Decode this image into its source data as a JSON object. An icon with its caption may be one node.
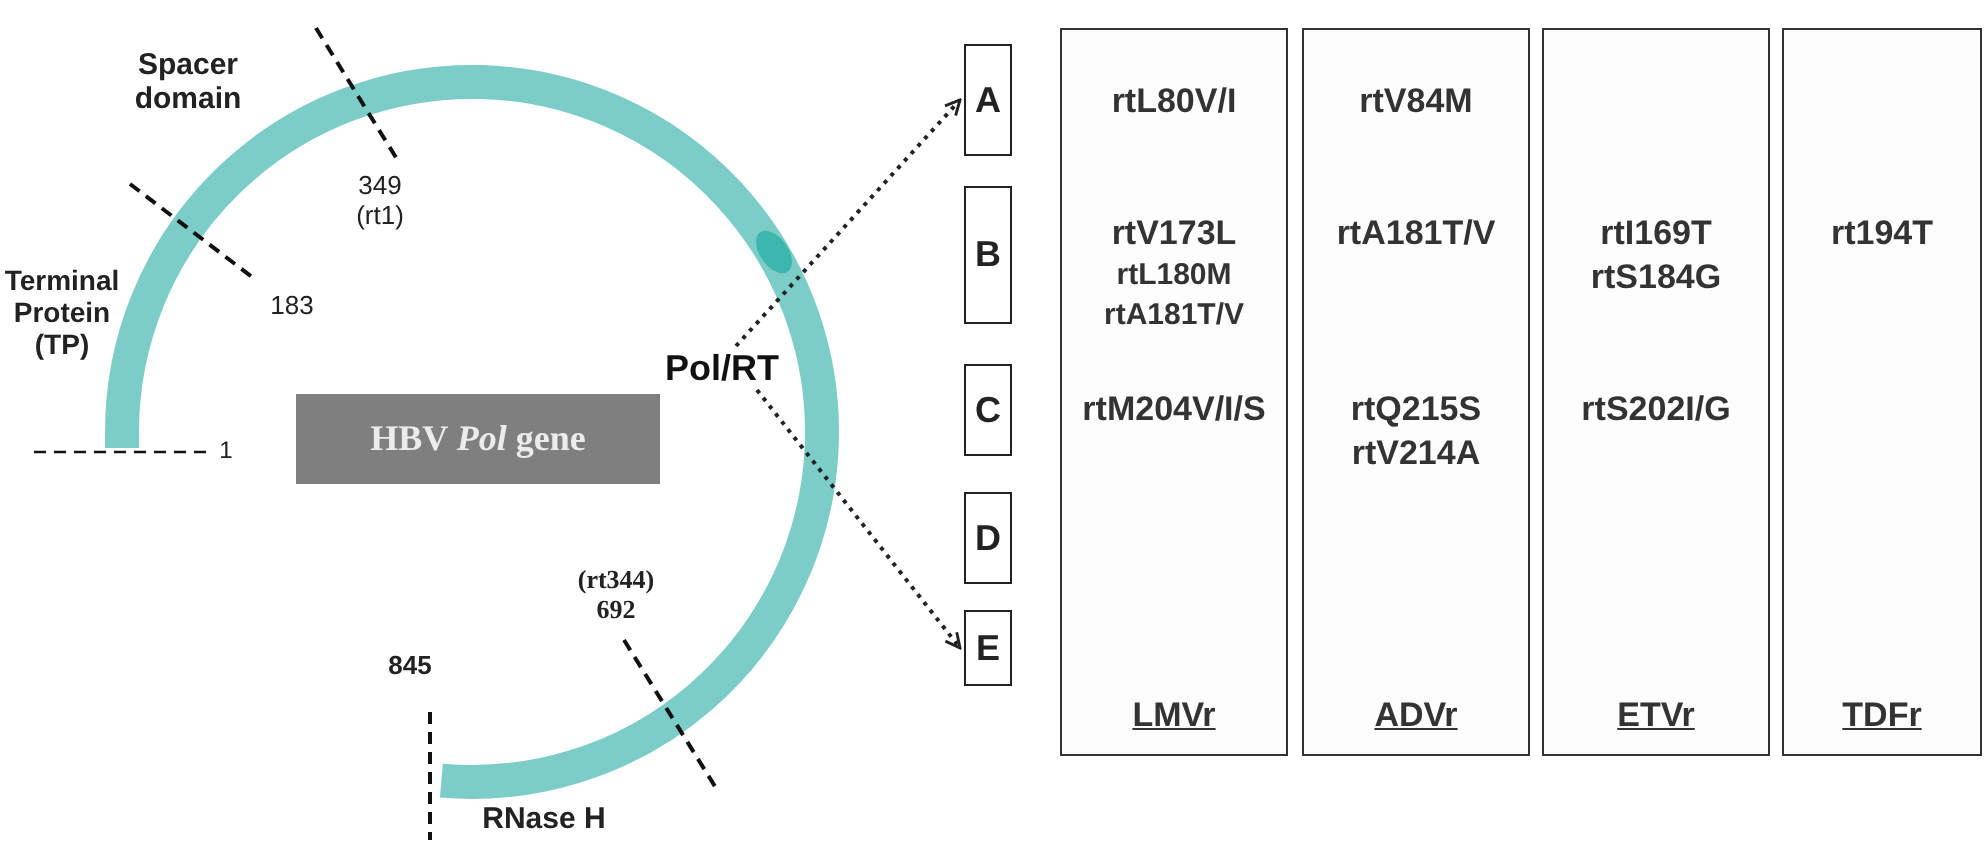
{
  "diagram": {
    "nodes": [
      {
        "text": [
          "HBV *Pol* gene"
        ]
      },
      {
        "text": [
          "Pol/RT"
        ]
      },
      {
        "text": [
          "A"
        ]
      },
      {
        "text": [
          "B"
        ]
      },
      {
        "text": [
          "C"
        ]
      },
      {
        "text": [
          "D"
        ]
      },
      {
        "text": [
          "E"
        ]
      },
      {
        "text": [
          "rtL80V/I",
          "rtV173L",
          "rtL180M",
          "rtA181T/V",
          "rtM204V/I/S",
          "LMVr"
        ]
      },
      {
        "text": [
          "rtV84M",
          "rtA181T/V",
          "rtQ215S",
          "rtV214A",
          "ADVr"
        ]
      },
      {
        "text": [
          "rtI169T",
          "rtS184G",
          "rtS202I/G",
          "ETVr"
        ]
      },
      {
        "text": [
          "rt194T",
          "TDFr"
        ]
      }
    ],
    "edges": [
      {
        "from": 1,
        "to": 2,
        "arrow": "to",
        "style": "dashed"
      },
      {
        "from": 1,
        "to": 6,
        "arrow": "to",
        "style": "dashed"
      }
    ],
    "labels": [
      "Spacer domain",
      "349 (rt1)",
      "Terminal Protein (TP)",
      "183",
      "1",
      "(rt344) 692",
      "845",
      "RNase H"
    ]
  }
}
